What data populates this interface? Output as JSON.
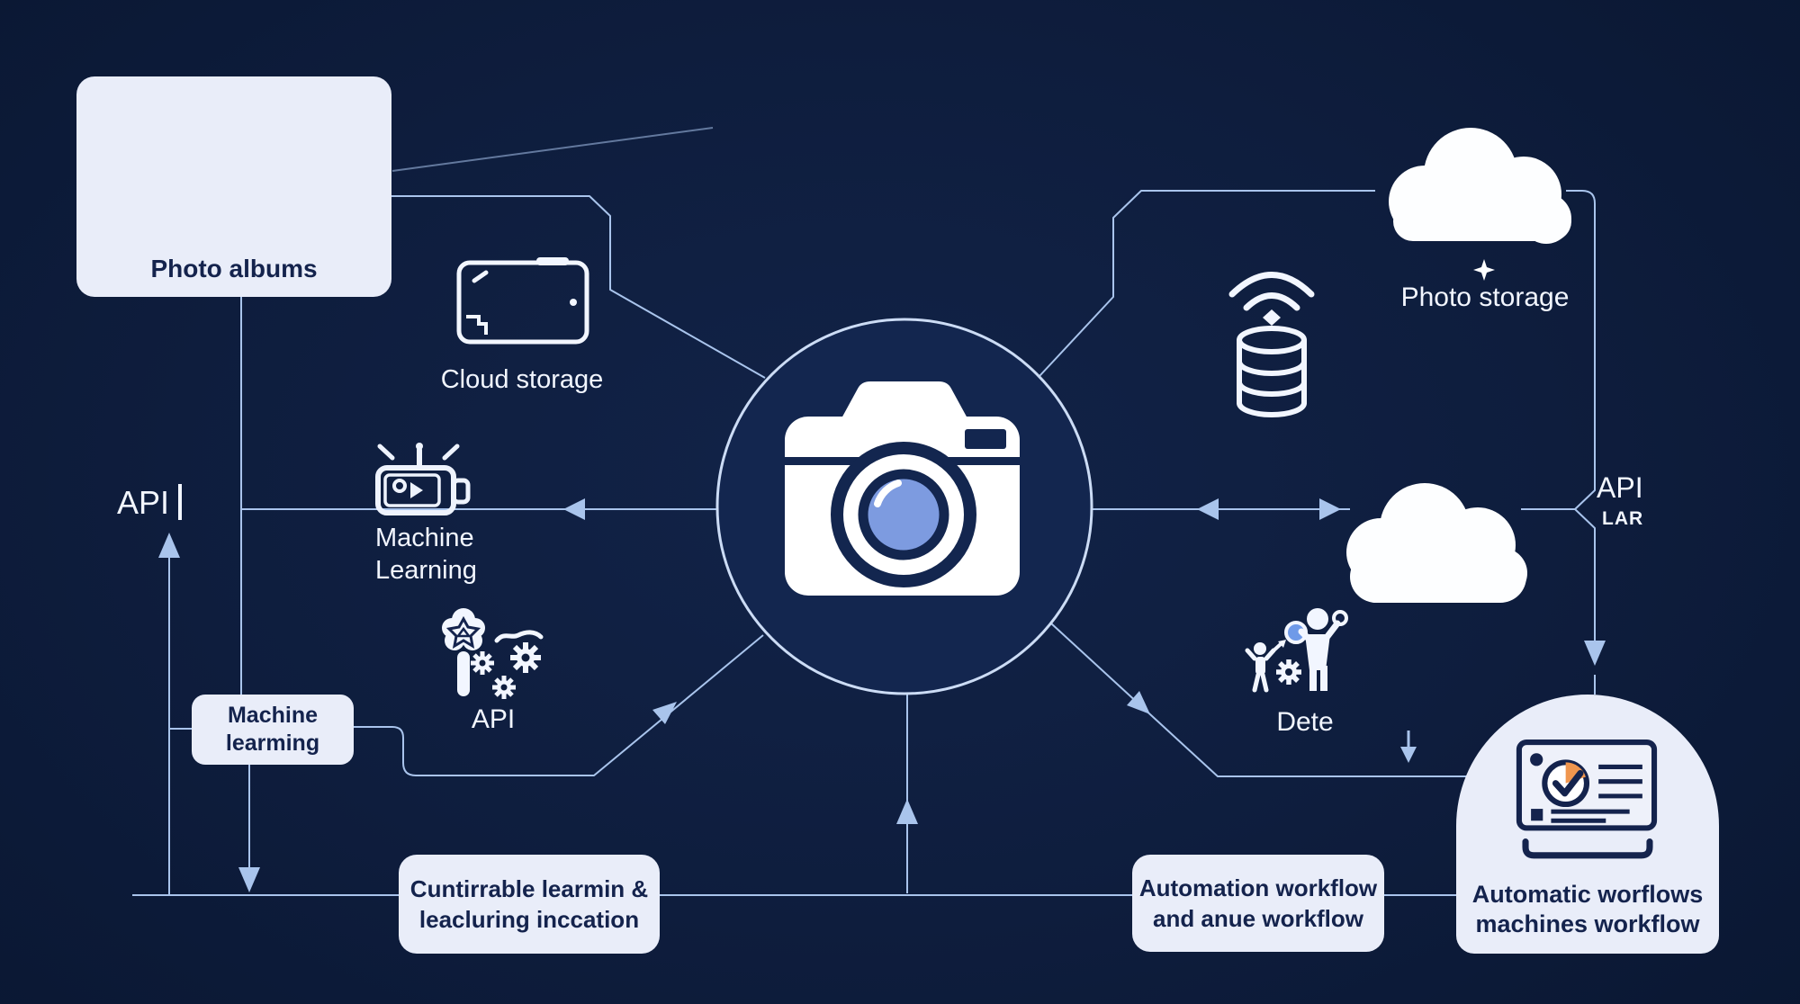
{
  "colors": {
    "background": "#0e1d3d",
    "connector_line": "#a9c4ec",
    "card_background": "#e9edf9",
    "card_text": "#14234d",
    "icon_white": "#f2f6ff",
    "accent_orange": "#f0964e",
    "lens_blue": "#7d9be0",
    "accent_blue": "#6f9ae8"
  },
  "nodes": {
    "photo_albums": {
      "label": "Photo albums"
    },
    "cloud_storage": {
      "label": "Cloud storage"
    },
    "machine_learning": {
      "line1": "Machine",
      "line2": "Learning"
    },
    "api_left": {
      "label": "API"
    },
    "api_gears": {
      "label": "API"
    },
    "machine_learming_box": {
      "line1": "Machine",
      "line2": "learming"
    },
    "photo_storage": {
      "label": "Photo storage"
    },
    "api_right": {
      "label": "API",
      "sublabel": "LAR"
    },
    "dete": {
      "label": "Dete"
    },
    "continual_box": {
      "line1": "Cuntirrable learmin &",
      "line2": "leacluring inccation"
    },
    "automation_box": {
      "line1": "Automation workflow",
      "line2": "and anue workflow"
    },
    "dome": {
      "line1": "Automatic worflows",
      "line2": "machines workflow"
    }
  }
}
